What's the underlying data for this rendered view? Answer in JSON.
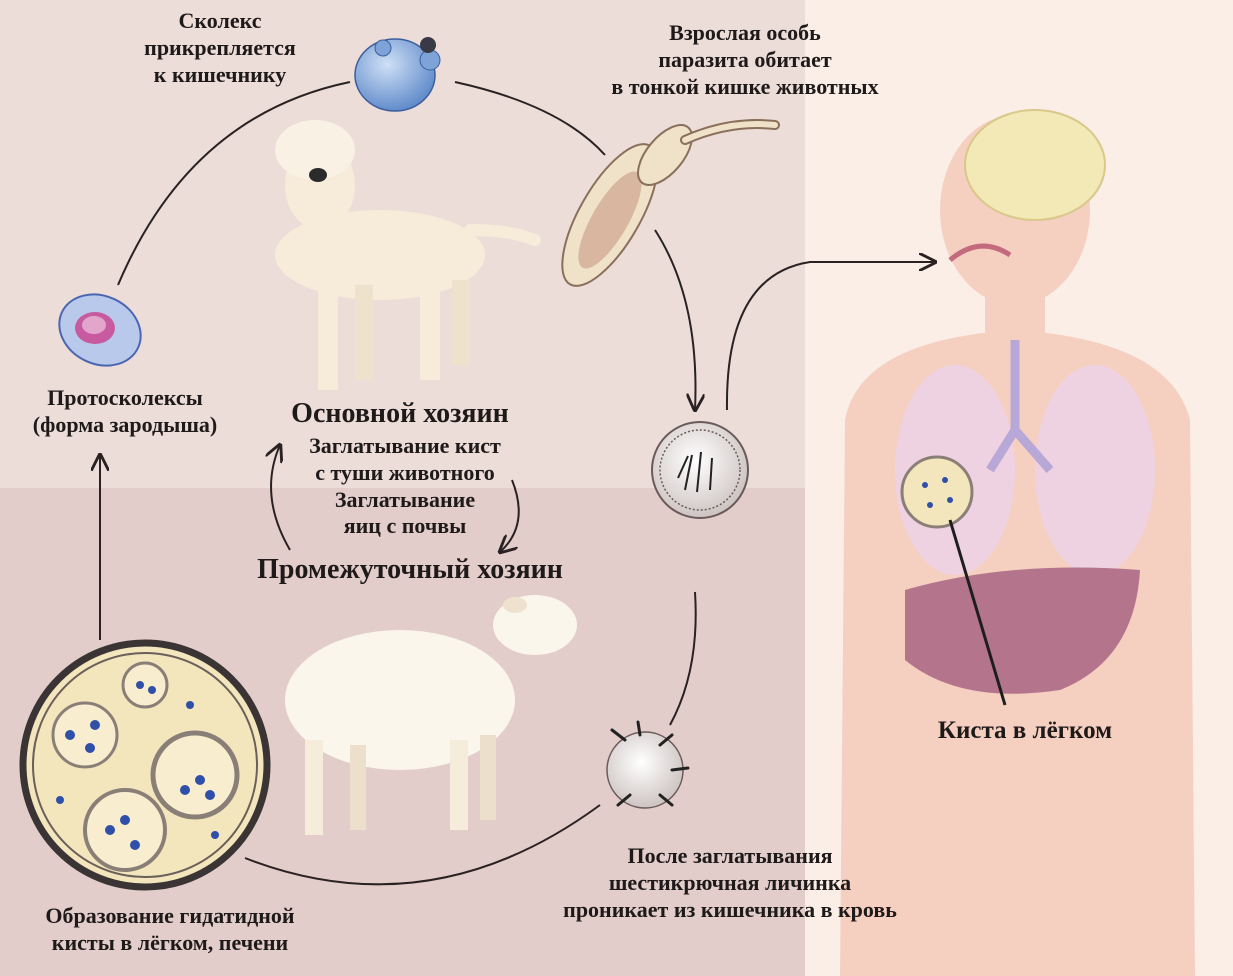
{
  "lifecycle": {
    "scolex": [
      "Сколекс",
      "прикрепляется",
      "к кишечнику"
    ],
    "adult": [
      "Взрослая особь",
      "паразита обитает",
      "в тонкой кишке животных"
    ],
    "protoscolex": [
      "Протосколексы",
      "(форма зародыша)"
    ],
    "definitive_host": "Основной хозяин",
    "ingestion": [
      "Заглатывание кист",
      "с туши животного",
      "Заглатывание",
      "яиц с почвы"
    ],
    "intermediate_host": "Промежуточный хозяин",
    "hydatid": [
      "Образование гидатидной",
      "кисты в лёгком, печени"
    ],
    "oncosphere": [
      "После заглатывания",
      "шестикрючная личинка",
      "проникает из кишечника в кровь"
    ]
  },
  "human": {
    "lung_cyst_label": "Киста в лёгком"
  },
  "colors": {
    "top_bg": "#ecddd9",
    "bottom_bg": "#e2cdca",
    "right_bg": "#fbeee7",
    "cyst_fill": "#f3e6bd",
    "parasite_blue": "#2f4fa8",
    "organ_lung": "#eed2e2",
    "organ_liver": "#b4758c"
  }
}
